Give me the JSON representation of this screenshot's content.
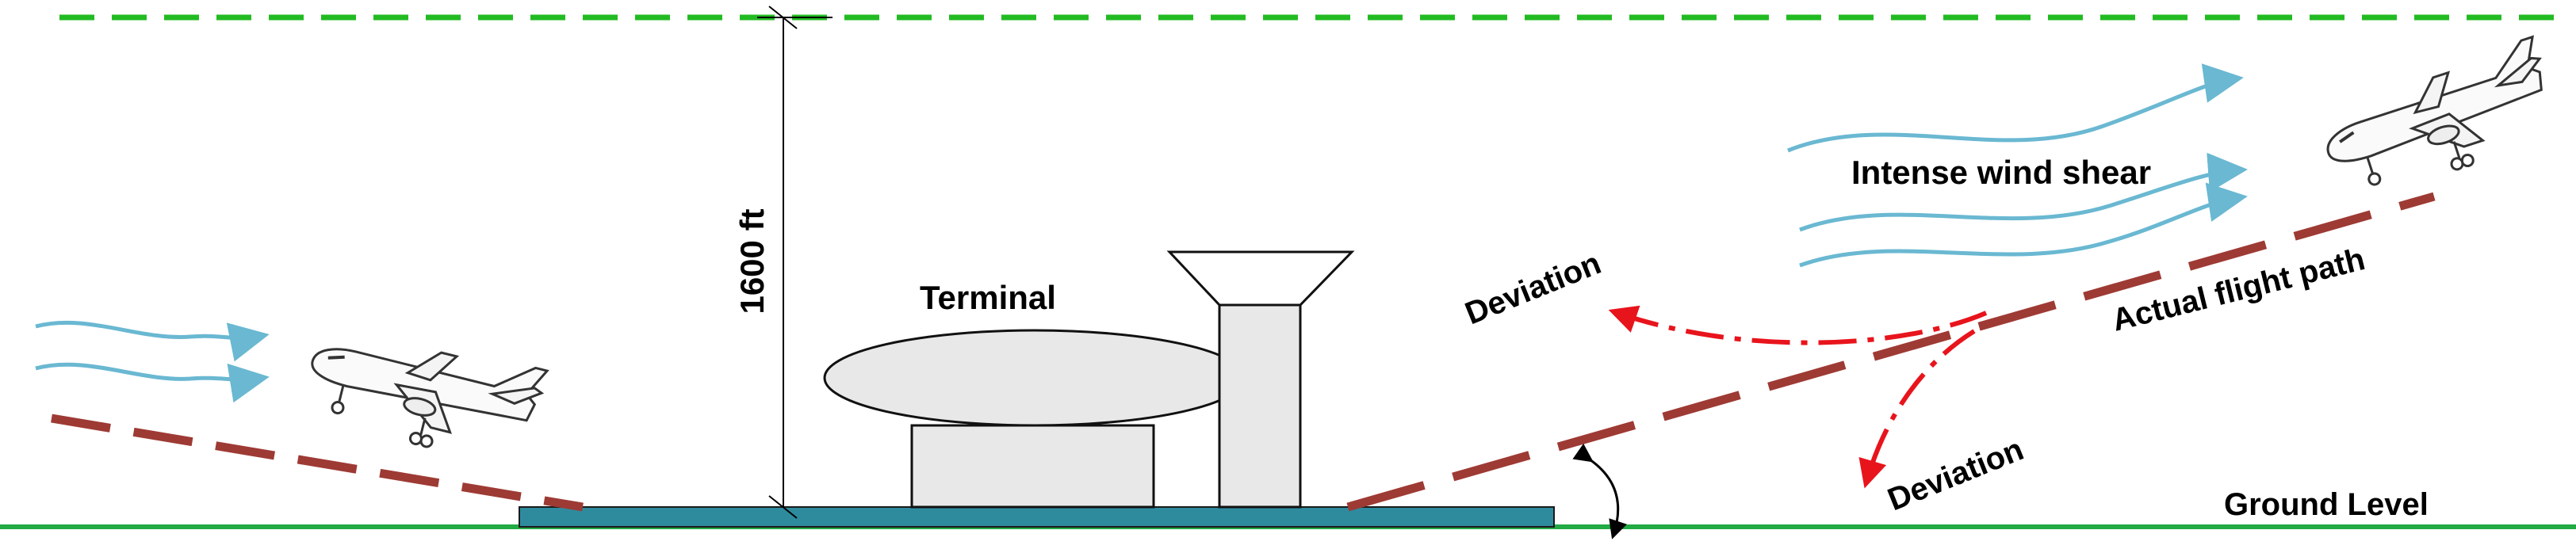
{
  "labels": {
    "height": "1600 ft",
    "terminal": "Terminal",
    "wind_shear": "Intense wind shear",
    "deviation_upper": "Deviation",
    "deviation_lower": "Deviation",
    "flight_path": "Actual flight path",
    "ground": "Ground Level"
  },
  "colors": {
    "upper_boundary": "#22bb22",
    "ground_line": "#22aa44",
    "flight_path": "#9e3a34",
    "deviation": "#e8141c",
    "wind": "#6ab8d2",
    "runway": "#2e8b9e",
    "building_fill": "#e8e8e8"
  }
}
